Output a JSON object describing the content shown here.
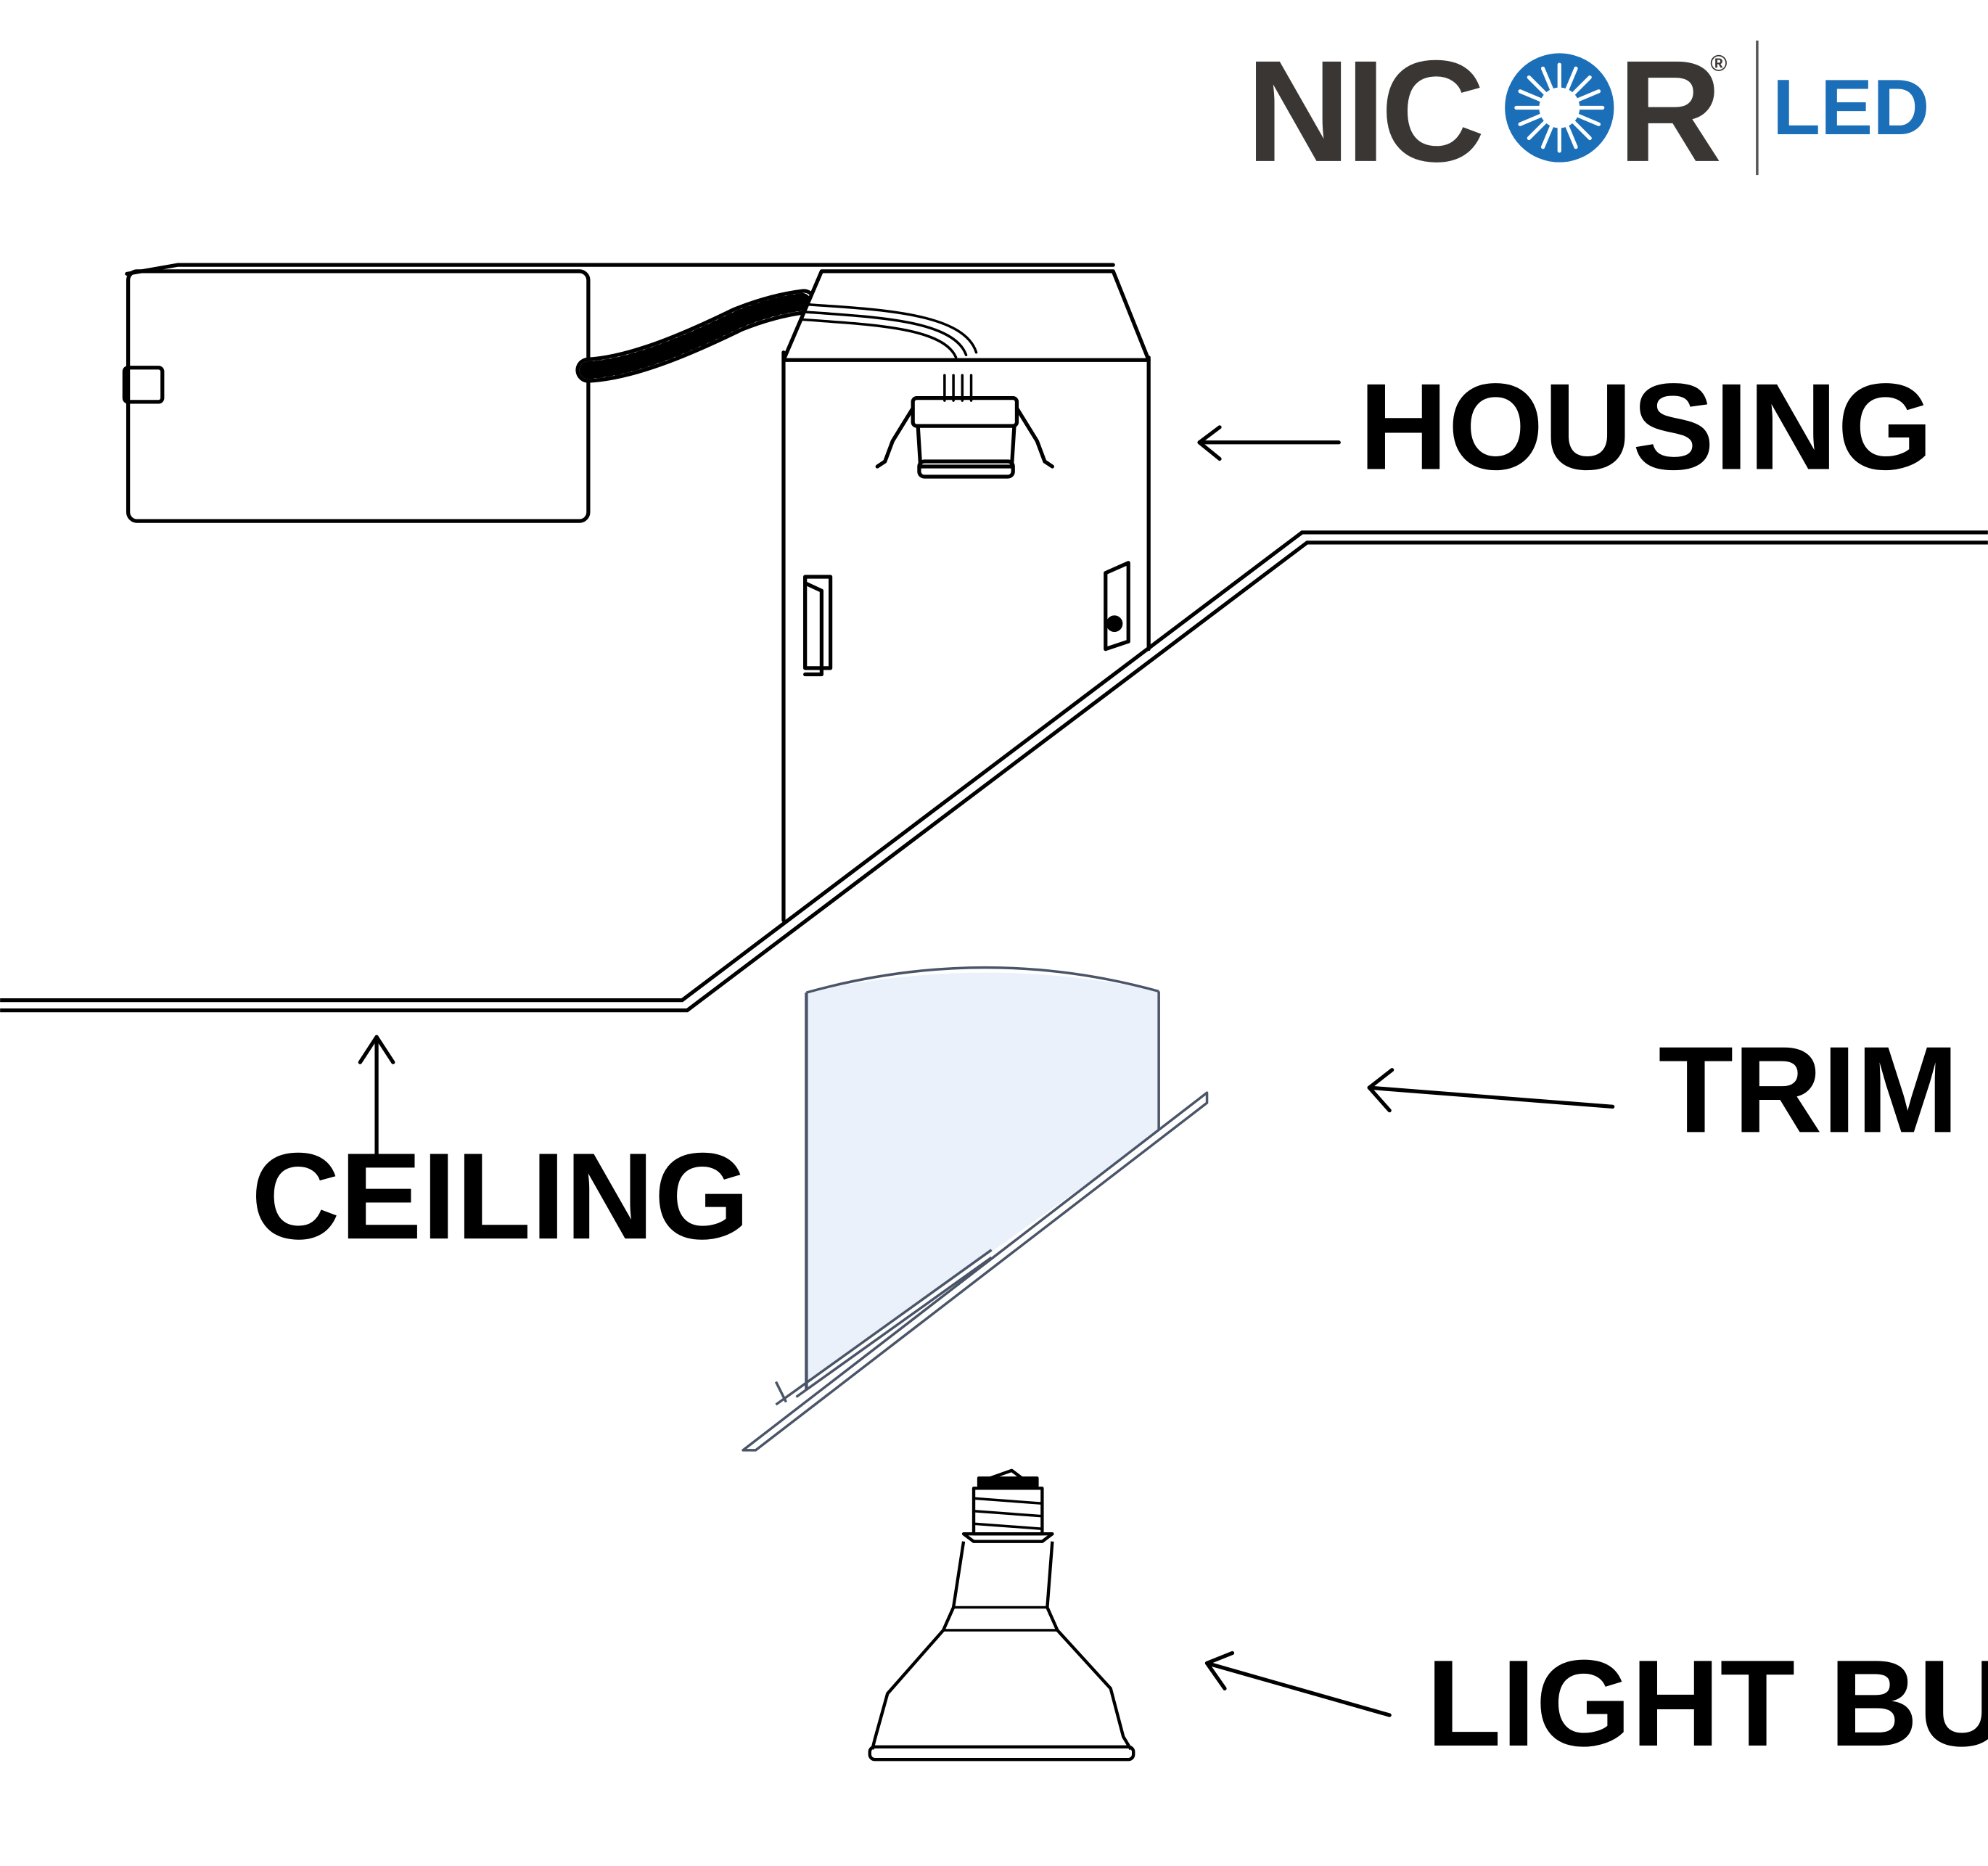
{
  "brand": {
    "name_part1": "NIC",
    "name_part2": "R",
    "registered_mark": "®",
    "sub": "LED",
    "colors": {
      "dark": "#3a3633",
      "blue": "#1b6fb8"
    }
  },
  "labels": {
    "housing": "HOUSING",
    "trim": "TRIM",
    "ceiling": "CEILING",
    "light_bulb": "LIGHT BULB"
  },
  "colors": {
    "line": "#000000",
    "trim_fill": "#eaf1fb",
    "trim_stroke": "#4a5568"
  }
}
